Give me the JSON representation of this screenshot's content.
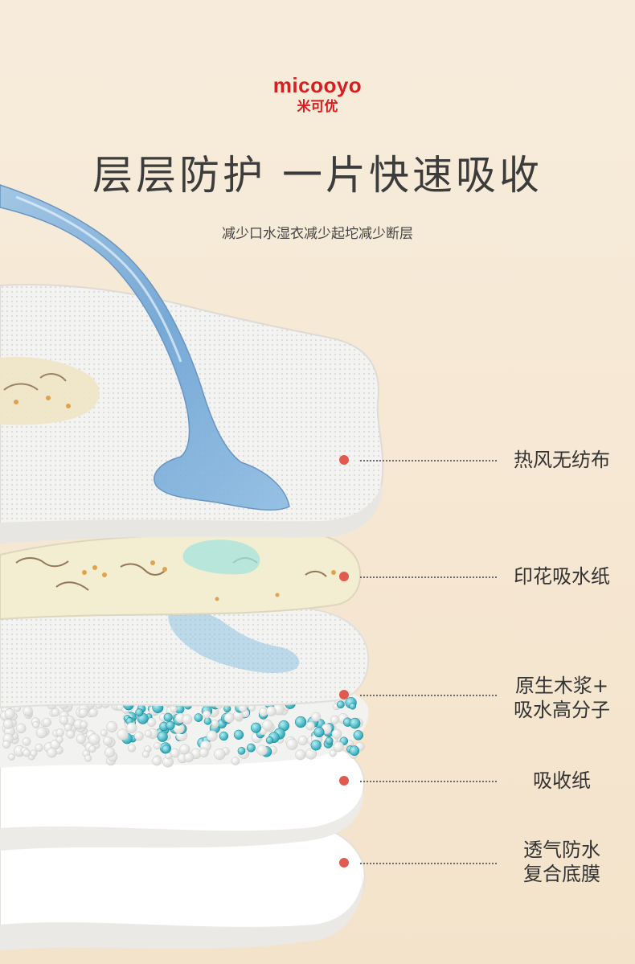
{
  "brand": {
    "name_en": "micooyo",
    "name_cn": "米可优"
  },
  "headline": "层层防护 一片快速吸收",
  "subline": "减少口水湿衣减少起坨减少断层",
  "layers": [
    {
      "label": "热风无纺布"
    },
    {
      "label": "印花吸水纸"
    },
    {
      "label": "原生木浆+\n吸水高分子"
    },
    {
      "label": "吸收纸"
    },
    {
      "label": "透气防水\n复合底膜"
    }
  ],
  "colors": {
    "accent": "#d81e1e",
    "dot": "#e05a4d",
    "text": "#333333",
    "background": "#f6e8d4"
  }
}
